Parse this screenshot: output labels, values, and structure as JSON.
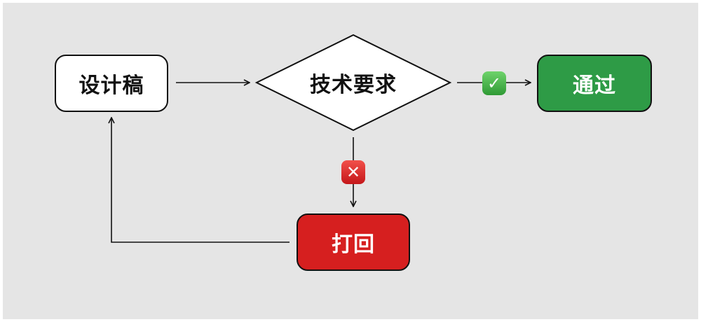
{
  "diagram": {
    "nodes": {
      "design": {
        "label": "设计稿"
      },
      "tech_check": {
        "label": "技术要求"
      },
      "pass": {
        "label": "通过"
      },
      "reject": {
        "label": "打回"
      }
    },
    "edges": [
      {
        "from": "design",
        "to": "tech_check"
      },
      {
        "from": "tech_check",
        "to": "pass",
        "badge": "check-mark-icon"
      },
      {
        "from": "tech_check",
        "to": "reject",
        "badge": "cross-mark-icon"
      },
      {
        "from": "reject",
        "to": "design"
      }
    ]
  },
  "colors": {
    "background": "#e5e5e5",
    "pass": "#2e9b46",
    "reject": "#d61f1f",
    "outline": "#111111"
  },
  "badges": {
    "check": "✓",
    "cross": "✕"
  }
}
